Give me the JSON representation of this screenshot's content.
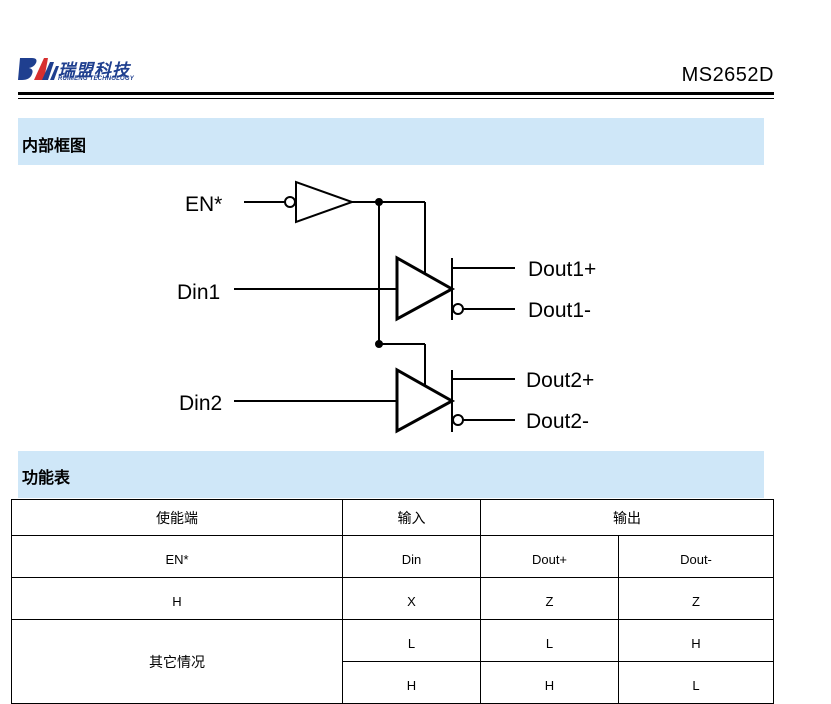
{
  "header": {
    "brand_cn": "瑞盟科技",
    "brand_en": "RUIMENG TECHNOLOGY",
    "part_number": "MS2652D"
  },
  "sections": {
    "block_diagram_title": "内部框图",
    "function_table_title": "功能表"
  },
  "diagram": {
    "enable_label": "EN*",
    "input1_label": "Din1",
    "input2_label": "Din2",
    "out1_pos_label": "Dout1+",
    "out1_neg_label": "Dout1-",
    "out2_pos_label": "Dout2+",
    "out2_neg_label": "Dout2-"
  },
  "function_table": {
    "group_headers": {
      "enable": "使能端",
      "input": "输入",
      "output": "输出"
    },
    "column_headers": [
      "EN*",
      "Din",
      "Dout+",
      "Dout-"
    ],
    "rows": [
      {
        "enable": "H",
        "din": "X",
        "dout_pos": "Z",
        "dout_neg": "Z"
      },
      {
        "enable": "其它情况",
        "din": "L",
        "dout_pos": "L",
        "dout_neg": "H"
      },
      {
        "enable": "",
        "din": "H",
        "dout_pos": "H",
        "dout_neg": "L"
      }
    ]
  },
  "colors": {
    "section_bar": "#cfe7f8",
    "brand": "#1f3f8f",
    "logo_red": "#d62f2f"
  }
}
